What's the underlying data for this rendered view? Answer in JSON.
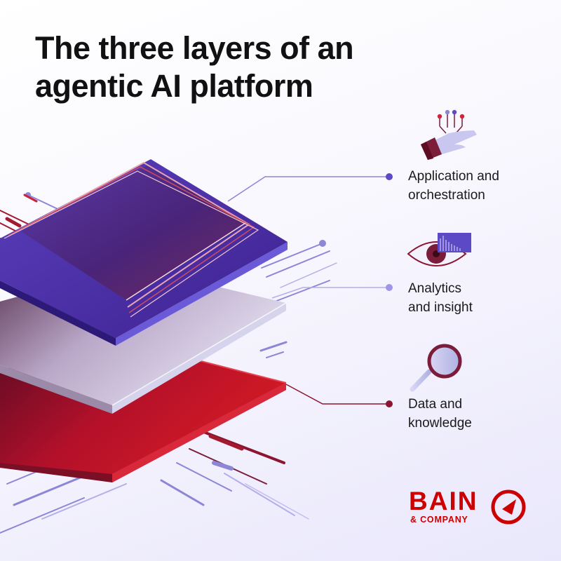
{
  "title": {
    "line1": "The three layers of an",
    "line2": "agentic AI platform"
  },
  "layers": [
    {
      "line1": "Application and",
      "line2": "orchestration",
      "icon": "hand-circuit-icon",
      "color": "#5b49c6"
    },
    {
      "line1": "Analytics",
      "line2": "and insight",
      "icon": "eye-chart-icon",
      "color": "#9f97e6"
    },
    {
      "line1": "Data and",
      "line2": "knowledge",
      "icon": "magnifier-icon",
      "color": "#8b1530"
    }
  ],
  "brand": {
    "name": "BAIN",
    "sub": "& COMPANY",
    "logo_icon": "bain-compass-icon",
    "color": "#cc0000"
  }
}
